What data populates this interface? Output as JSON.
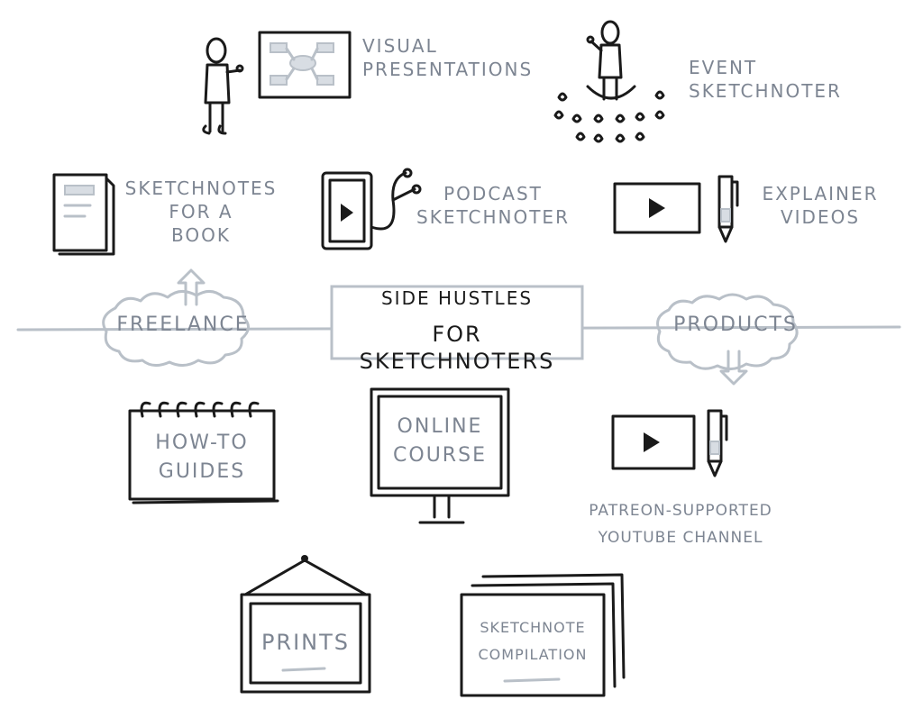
{
  "center": {
    "line1": "SIDE HUSTLES",
    "line2": "FOR SKETCHNOTERS"
  },
  "branches": {
    "left": "FREELANCE",
    "right": "PRODUCTS"
  },
  "freelance_items": {
    "visual_presentations": "VISUAL\nPRESENTATIONS",
    "event_sketchnoter": "EVENT\nSKETCHNOTER",
    "sketchnotes_book": "SKETCHNOTES\nFOR A\nBOOK",
    "podcast_sketchnoter": "PODCAST\nSKETCHNOTER",
    "explainer_videos": "EXPLAINER\nVIDEOS"
  },
  "product_items": {
    "how_to_guides": "HOW-TO\nGUIDES",
    "online_course": "ONLINE\nCOURSE",
    "patreon": "PATREON-SUPPORTED\nYOUTUBE CHANNEL",
    "prints": "PRINTS",
    "sketchnote_compilation": "SKETCHNOTE\nCOMPILATION"
  }
}
